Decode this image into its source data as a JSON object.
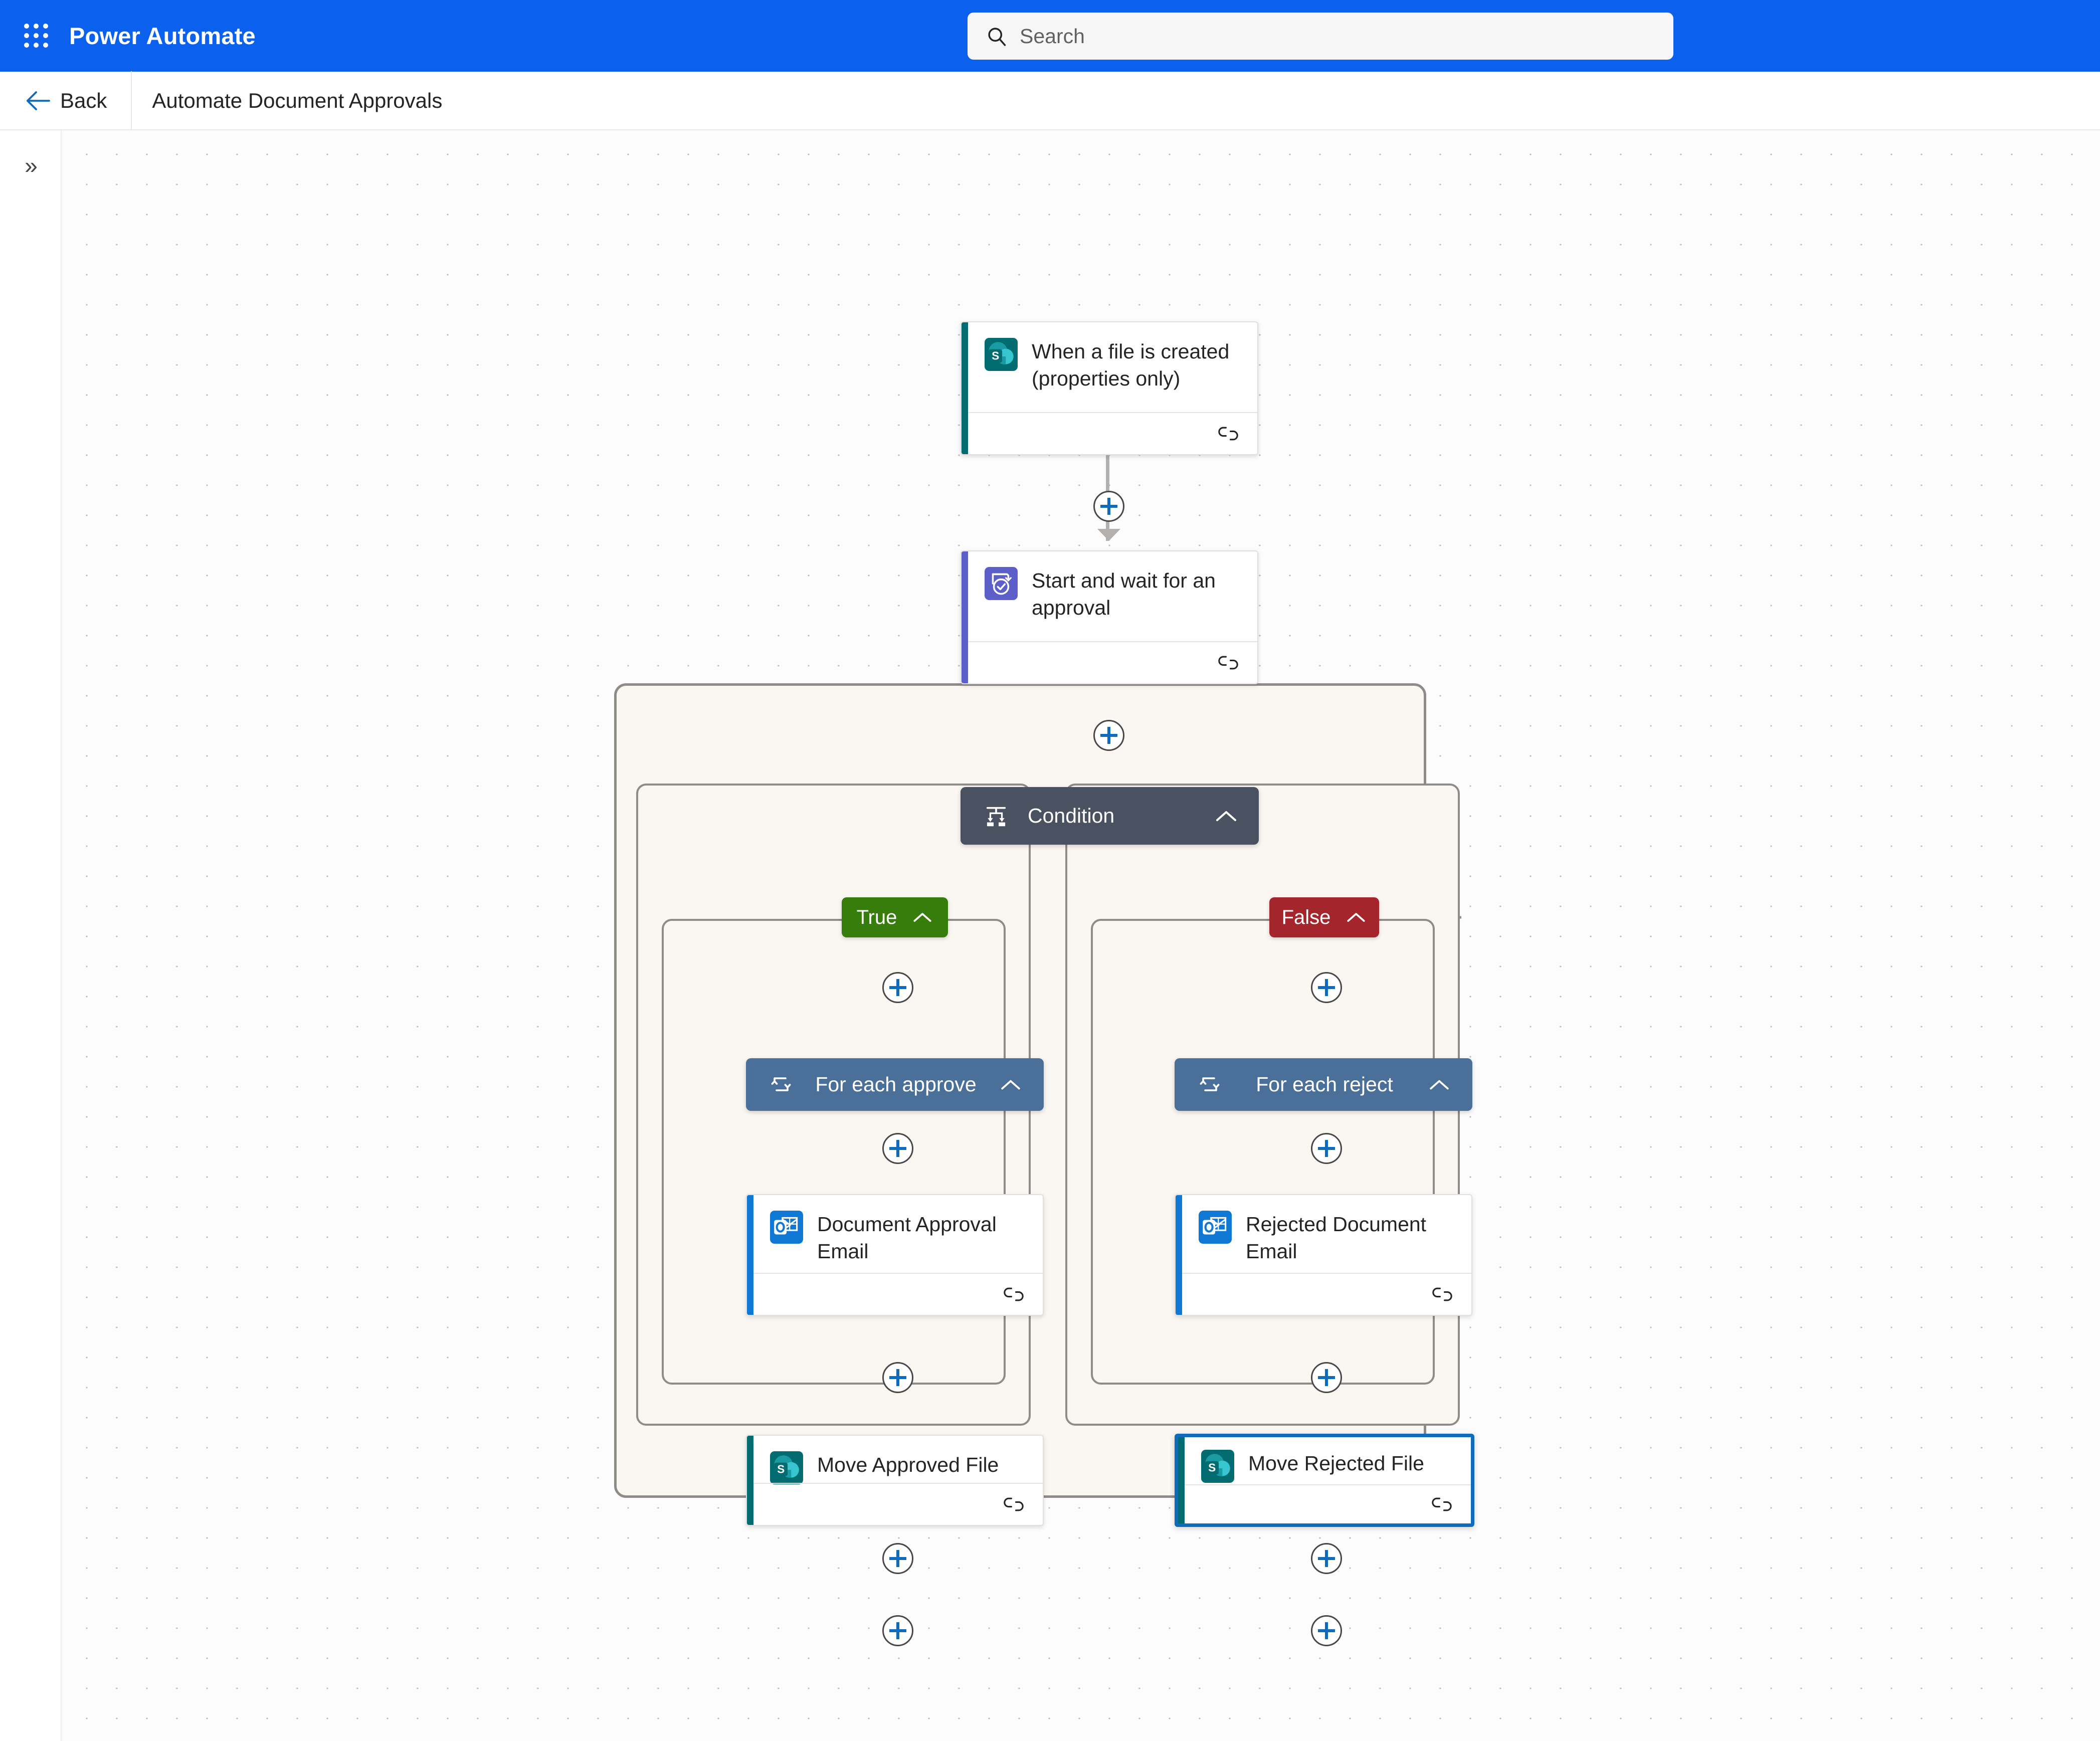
{
  "app": {
    "brand": "Power Automate",
    "waffle_icon": "app-launcher-icon",
    "search": {
      "placeholder": "Search",
      "icon": "search-icon"
    }
  },
  "commandbar": {
    "back_label": "Back",
    "back_icon": "arrow-left-icon",
    "flow_title": "Automate Document Approvals"
  },
  "rail": {
    "expand_icon": "chevron-double-right-icon",
    "expand_glyph": "»"
  },
  "colors": {
    "brand_blue": "#0b61ed",
    "selection_blue": "#0f6cbd",
    "sharepoint_teal": "#036c70",
    "approvals_purple": "#5b5fc7",
    "outlook_blue": "#0f78d4",
    "condition_slate": "#4a5160",
    "foreach_steel": "#4a6f99",
    "true_green": "#377d0b",
    "false_red": "#a4262c",
    "scope_fill": "#faf6f2",
    "scope_border": "#8f8b88",
    "connector_gray": "#b3b0ad"
  },
  "flow": {
    "trigger": {
      "title": "When a file is created (properties only)",
      "connector": "sharepoint-icon",
      "accent": "#036c70",
      "footer_icon": "link-icon"
    },
    "approval": {
      "title": "Start and wait for an approval",
      "connector": "approvals-icon",
      "accent": "#5b5fc7",
      "footer_icon": "link-icon"
    },
    "condition": {
      "label": "Condition",
      "icon": "condition-branch-icon",
      "collapse_icon": "chevron-up-icon"
    },
    "branches": [
      {
        "name": "true",
        "label": "True",
        "collapse_icon": "chevron-up-icon",
        "loop": {
          "label": "For each approve",
          "icon": "loop-icon",
          "collapse_icon": "chevron-up-icon"
        },
        "actions": [
          {
            "title": "Document Approval Email",
            "connector": "outlook-icon",
            "accent": "#0f78d4",
            "footer_icon": "link-icon",
            "selected": false
          },
          {
            "title": "Move Approved File",
            "connector": "sharepoint-icon",
            "accent": "#036c70",
            "footer_icon": "link-icon",
            "selected": false
          }
        ]
      },
      {
        "name": "false",
        "label": "False",
        "collapse_icon": "chevron-up-icon",
        "loop": {
          "label": "For each reject",
          "icon": "loop-icon",
          "collapse_icon": "chevron-up-icon"
        },
        "actions": [
          {
            "title": "Rejected Document Email",
            "connector": "outlook-icon",
            "accent": "#0f78d4",
            "footer_icon": "link-icon",
            "selected": false
          },
          {
            "title": "Move Rejected File",
            "connector": "sharepoint-icon",
            "accent": "#036c70",
            "footer_icon": "link-icon",
            "selected": true
          }
        ]
      }
    ],
    "add_buttons": [
      {
        "name": "add-after-trigger"
      },
      {
        "name": "add-after-approval"
      },
      {
        "name": "add-true-branch-first"
      },
      {
        "name": "add-false-branch-first"
      },
      {
        "name": "add-true-loop-first"
      },
      {
        "name": "add-false-loop-first"
      },
      {
        "name": "add-true-after-email"
      },
      {
        "name": "add-false-after-email"
      },
      {
        "name": "add-true-loop-end"
      },
      {
        "name": "add-false-loop-end"
      },
      {
        "name": "add-true-branch-end"
      },
      {
        "name": "add-false-branch-end"
      },
      {
        "name": "add-after-condition"
      }
    ]
  }
}
